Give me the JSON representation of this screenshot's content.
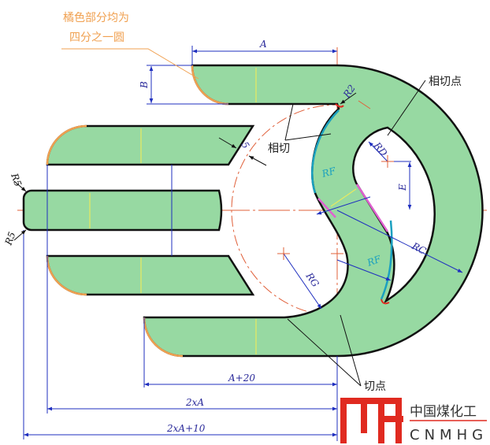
{
  "note": {
    "line1": "橘色部分均为",
    "line2": "四分之一圆"
  },
  "labels": {
    "A": "A",
    "B": "B",
    "R2": "R2",
    "tangent_point": "相切点",
    "tangent": "相切",
    "s": "5",
    "RD": "RD",
    "E": "E",
    "RF1": "RF",
    "RF2": "RF",
    "RC": "RC",
    "RG": "RG",
    "R5_top": "R5",
    "R5_bottom": "R5",
    "A_plus_20": "A+20",
    "two_A": "2xA",
    "two_A_plus_10": "2xA+10",
    "cut_point": "切点"
  },
  "logo": {
    "cn": "中国煤化工",
    "en": "CNMHG"
  },
  "colors": {
    "fill": "#97d9a2",
    "outline": "#111111",
    "dim": "#1f2fbf",
    "center": "#e0603a",
    "orange": "#f0a050",
    "cyan": "#1aa0c0",
    "pink": "#e060d0",
    "logo": "#e02a20"
  }
}
